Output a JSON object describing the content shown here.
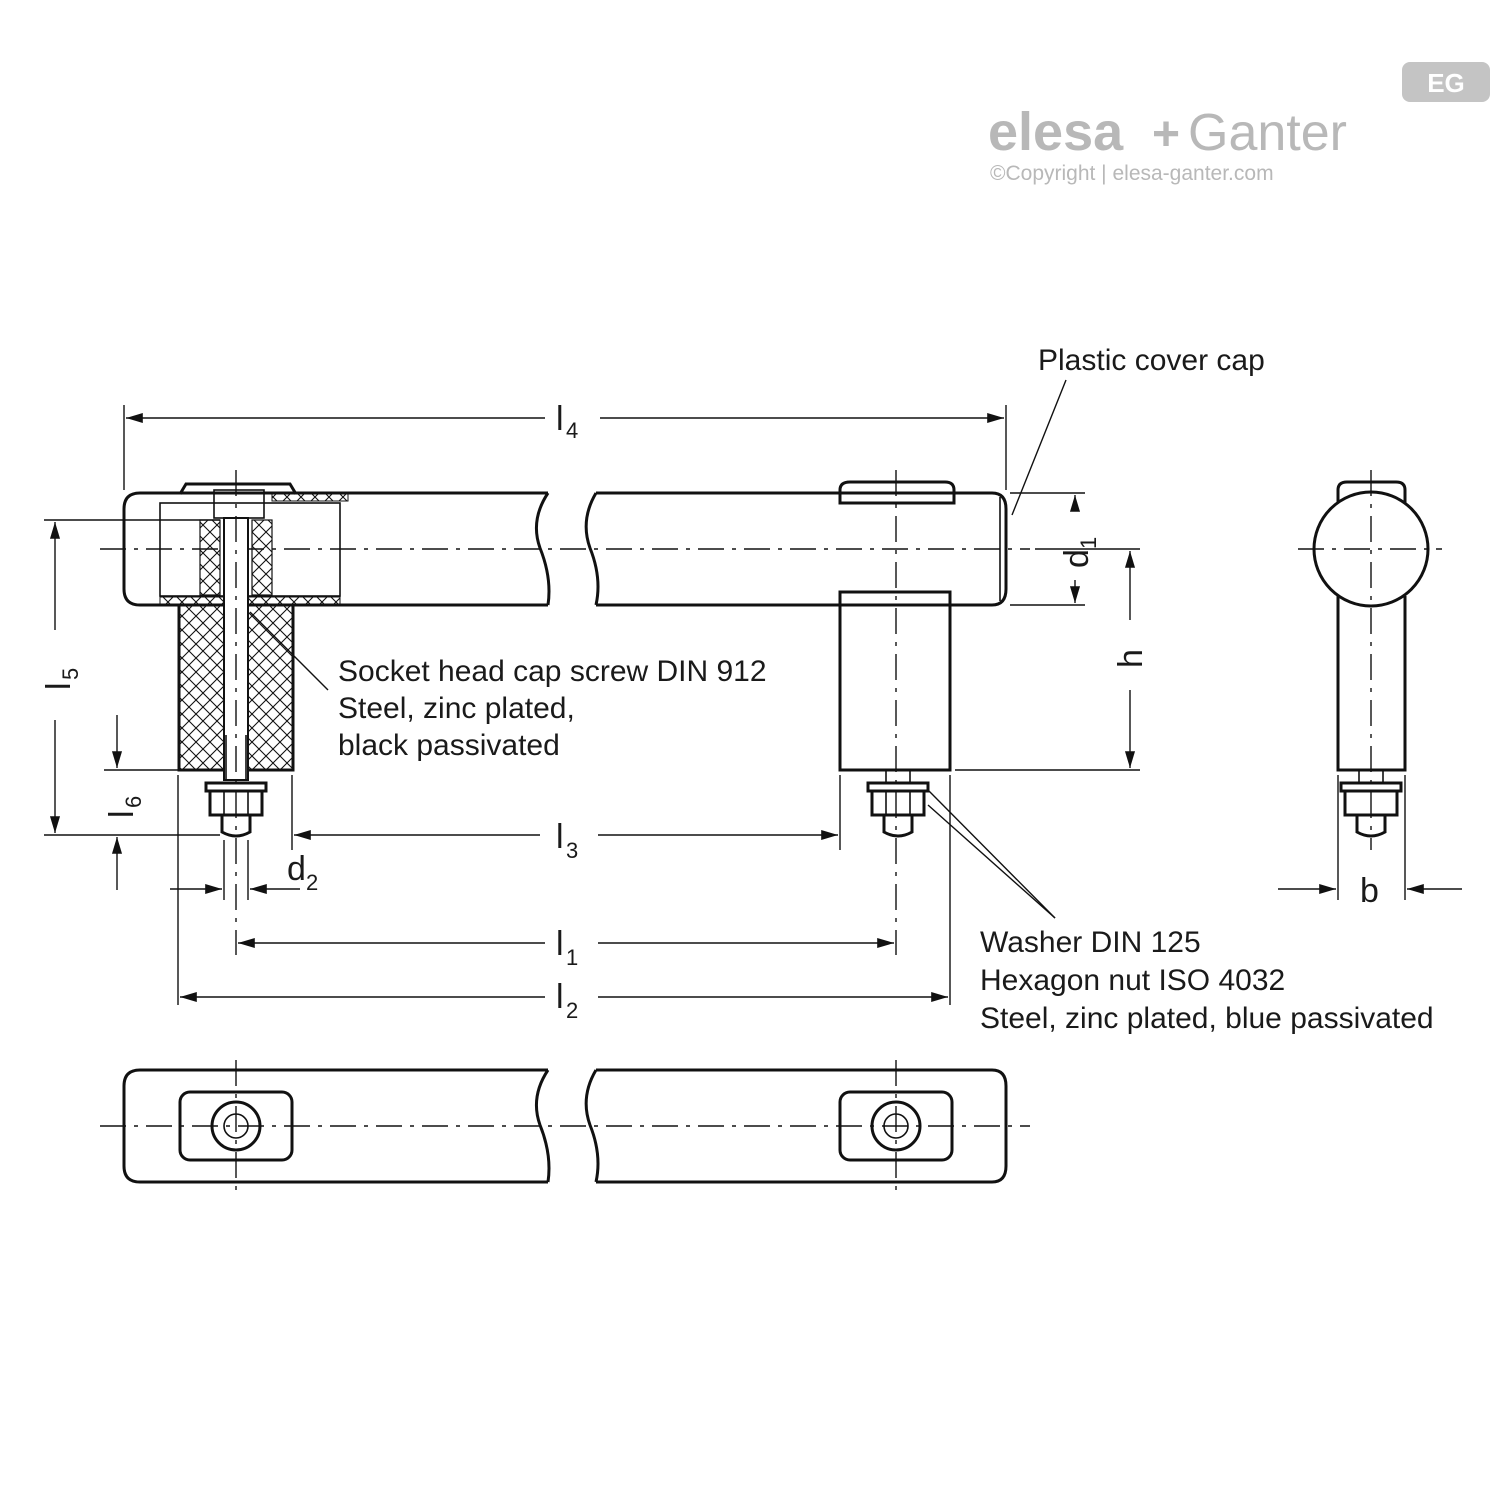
{
  "logo": {
    "brand_a": "elesa",
    "plus": "+",
    "brand_b": "Ganter",
    "copyright": "©Copyright | elesa-ganter.com",
    "badge": "EG"
  },
  "labels": {
    "cover_cap": "Plastic cover cap",
    "screw": [
      "Socket head cap screw DIN 912",
      "Steel, zinc plated,",
      "black passivated"
    ],
    "washer": [
      "Washer DIN 125",
      "Hexagon nut ISO 4032",
      "Steel, zinc plated, blue passivated"
    ]
  },
  "dimensions": {
    "l4": {
      "sym": "l",
      "sub": "4"
    },
    "l5": {
      "sym": "l",
      "sub": "5"
    },
    "l6": {
      "sym": "l",
      "sub": "6"
    },
    "l3": {
      "sym": "l",
      "sub": "3"
    },
    "l1": {
      "sym": "l",
      "sub": "1"
    },
    "l2": {
      "sym": "l",
      "sub": "2"
    },
    "d1": {
      "sym": "d",
      "sub": "1"
    },
    "d2": {
      "sym": "d",
      "sub": "2"
    },
    "h": {
      "sym": "h"
    },
    "b": {
      "sym": "b"
    }
  }
}
